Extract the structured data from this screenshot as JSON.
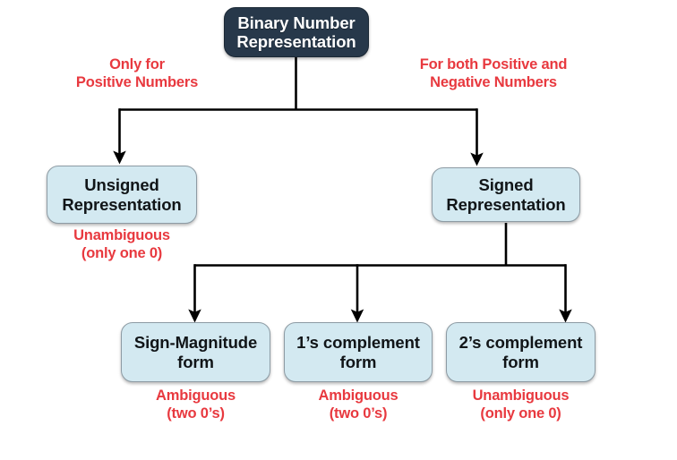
{
  "diagram": {
    "title": "Binary Number Representation classification tree",
    "colors": {
      "root_fill": "#27384a",
      "root_text": "#ffffff",
      "node_fill": "#d3e9f1",
      "node_border": "#8d9ba4",
      "node_text": "#111518",
      "annotation_text": "#e8393f",
      "connector": "#000000",
      "background": "#ffffff"
    },
    "root": {
      "line1": "Binary Number",
      "line2": "Representation"
    },
    "level1": [
      {
        "line1": "Unsigned",
        "line2": "Representation",
        "edge_label_line1": "Only for",
        "edge_label_line2": "Positive Numbers",
        "note_line1": "Unambiguous",
        "note_line2": "(only one 0)"
      },
      {
        "line1": "Signed",
        "line2": "Representation",
        "edge_label_line1": "For both Positive and",
        "edge_label_line2": "Negative Numbers",
        "note_line1": "",
        "note_line2": ""
      }
    ],
    "level2": [
      {
        "line1": "Sign-Magnitude",
        "line2": "form",
        "note_line1": "Ambiguous",
        "note_line2": "(two 0’s)"
      },
      {
        "line1": "1’s complement",
        "line2": "form",
        "note_line1": "Ambiguous",
        "note_line2": "(two 0’s)"
      },
      {
        "line1": "2’s complement",
        "line2": "form",
        "note_line1": "Unambiguous",
        "note_line2": "(only one 0)"
      }
    ]
  }
}
